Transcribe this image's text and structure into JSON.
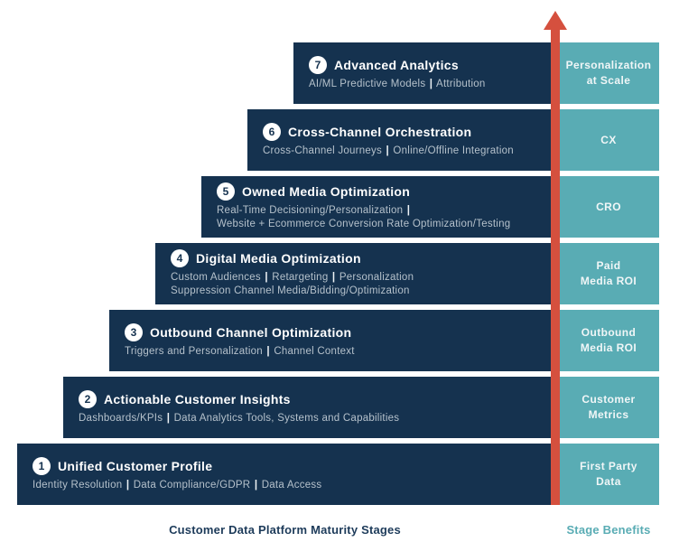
{
  "title_implicit": "Customer Data Platform Maturity Stages diagram",
  "colors": {
    "navy": "#15324f",
    "teal": "#59acb4",
    "arrow_red": "#d5503e",
    "subtitle_gray": "#b5c1cb"
  },
  "stages": [
    {
      "number": "7",
      "title": "Advanced Analytics",
      "subtitle": "AI/ML Predictive Models | Attribution",
      "benefit": "Personalization\nat Scale"
    },
    {
      "number": "6",
      "title": "Cross-Channel Orchestration",
      "subtitle": "Cross-Channel Journeys | Online/Offline Integration",
      "benefit": "CX"
    },
    {
      "number": "5",
      "title": "Owned Media Optimization",
      "subtitle": "Real-Time Decisioning/Personalization |\nWebsite + Ecommerce Conversion Rate Optimization/Testing",
      "benefit": "CRO"
    },
    {
      "number": "4",
      "title": "Digital Media Optimization",
      "subtitle": "Custom Audiences | Retargeting | Personalization\nSuppression Channel Media/Bidding/Optimization",
      "benefit": "Paid\nMedia ROI"
    },
    {
      "number": "3",
      "title": "Outbound Channel Optimization",
      "subtitle": "Triggers and Personalization | Channel Context",
      "benefit": "Outbound\nMedia ROI"
    },
    {
      "number": "2",
      "title": "Actionable Customer Insights",
      "subtitle": "Dashboards/KPIs | Data Analytics Tools, Systems and Capabilities",
      "benefit": "Customer\nMetrics"
    },
    {
      "number": "1",
      "title": "Unified Customer Profile",
      "subtitle": "Identity Resolution | Data Compliance/GDPR | Data Access",
      "benefit": "First Party\nData"
    }
  ],
  "footer": {
    "stages_caption": "Customer Data Platform Maturity Stages",
    "benefits_caption": "Stage Benefits"
  }
}
